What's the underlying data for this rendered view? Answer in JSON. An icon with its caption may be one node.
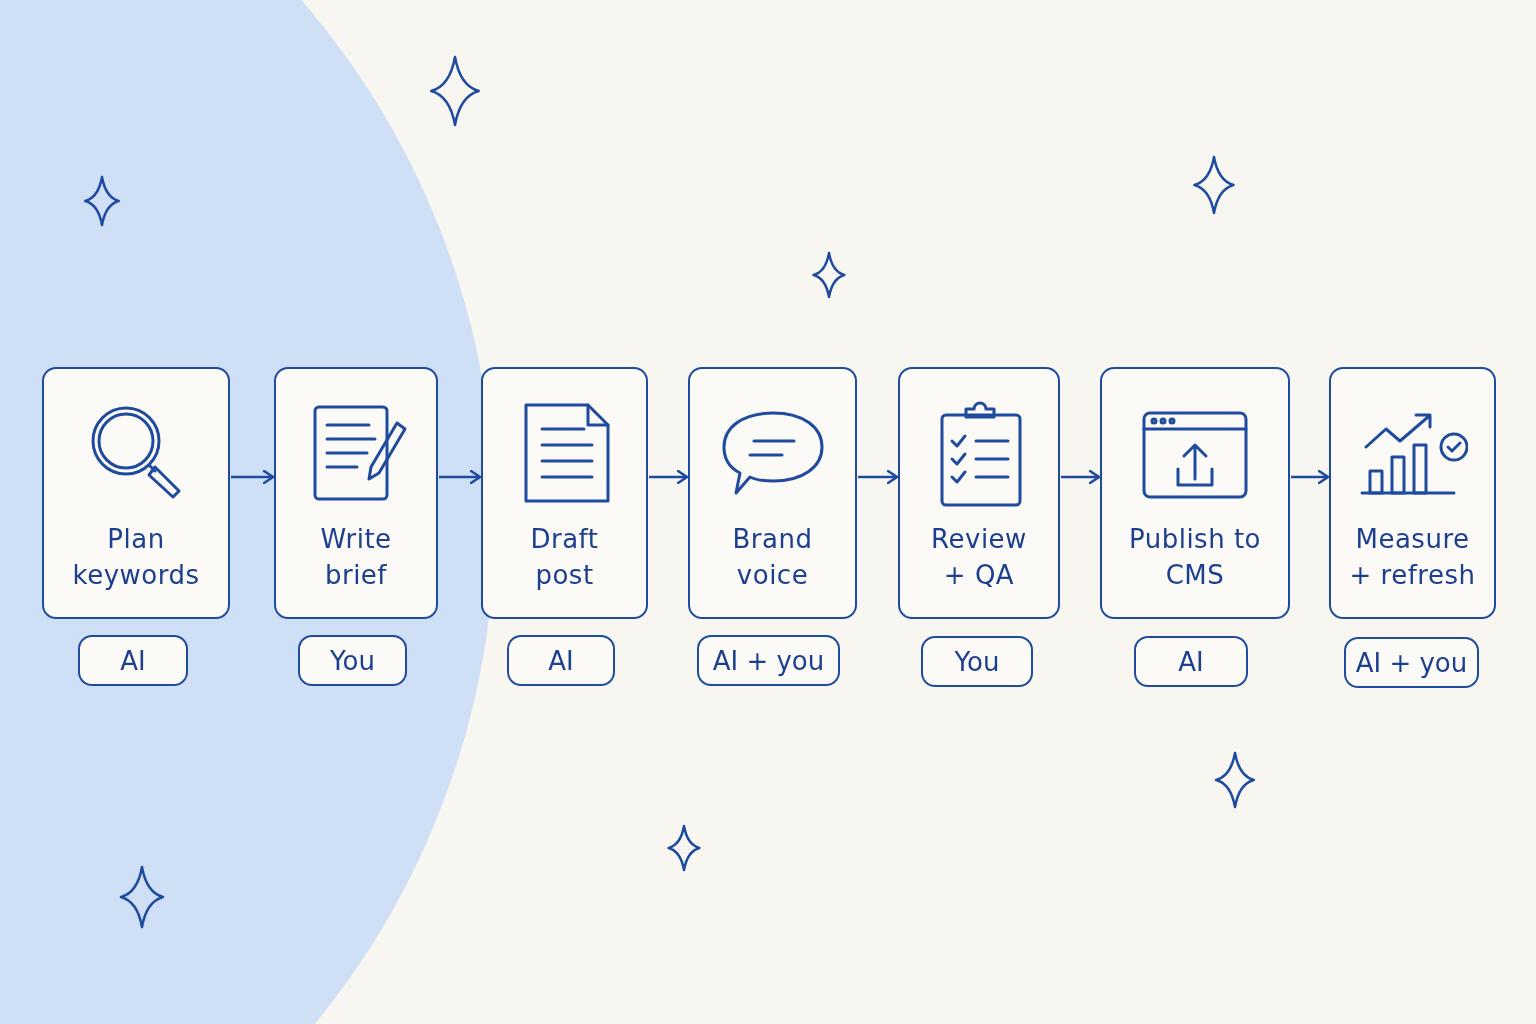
{
  "diagram": {
    "nodes": [
      {
        "text": [
          "Plan keywords"
        ]
      },
      {
        "text": [
          "Write brief"
        ]
      },
      {
        "text": [
          "Draft post"
        ]
      },
      {
        "text": [
          "Brand voice"
        ]
      },
      {
        "text": [
          "Review + QA"
        ]
      },
      {
        "text": [
          "Publish to CMS"
        ]
      },
      {
        "text": [
          "Measure + refresh"
        ]
      },
      {
        "text": [
          "AI"
        ]
      },
      {
        "text": [
          "You"
        ]
      },
      {
        "text": [
          "AI"
        ]
      },
      {
        "text": [
          "AI + you"
        ]
      },
      {
        "text": [
          "You"
        ]
      },
      {
        "text": [
          "AI"
        ]
      },
      {
        "text": [
          "AI + you"
        ]
      }
    ],
    "edges": [
      {
        "from": 0,
        "to": 1,
        "arrow": "to"
      },
      {
        "from": 1,
        "to": 2,
        "arrow": "to"
      },
      {
        "from": 2,
        "to": 3,
        "arrow": "to"
      },
      {
        "from": 3,
        "to": 4,
        "arrow": "to"
      },
      {
        "from": 4,
        "to": 5,
        "arrow": "to"
      },
      {
        "from": 5,
        "to": 6,
        "arrow": "to"
      }
    ]
  }
}
